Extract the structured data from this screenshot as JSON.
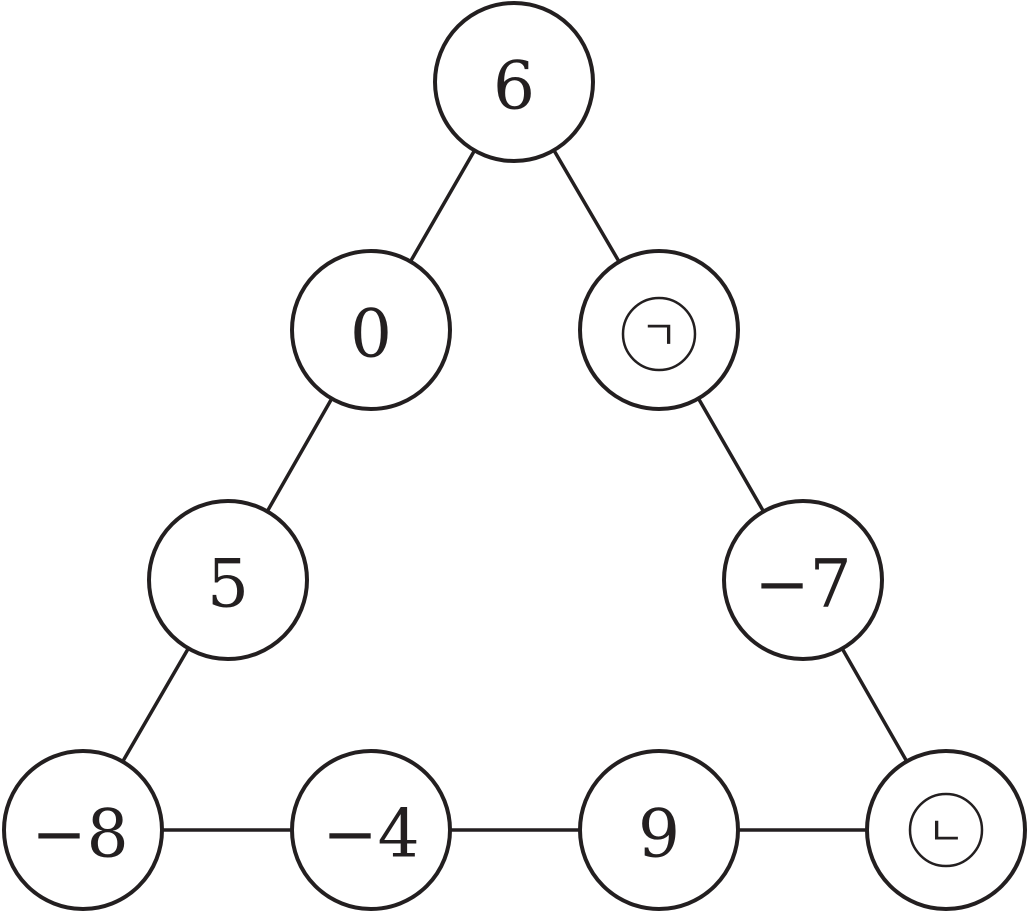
{
  "nodes": [
    {
      "id": "top",
      "label": "6"
    },
    {
      "id": "left-upper",
      "label": "0"
    },
    {
      "id": "right-upper",
      "label": "ㄱ",
      "circled": true
    },
    {
      "id": "left-middle",
      "label": "5"
    },
    {
      "id": "right-middle",
      "label": "−7"
    },
    {
      "id": "bottom-left",
      "label": "−8"
    },
    {
      "id": "bottom-second",
      "label": "−4"
    },
    {
      "id": "bottom-third",
      "label": "9"
    },
    {
      "id": "bottom-right",
      "label": "ㄴ",
      "circled": true
    }
  ],
  "colors": {
    "stroke": "#231f20",
    "background": "#ffffff"
  }
}
